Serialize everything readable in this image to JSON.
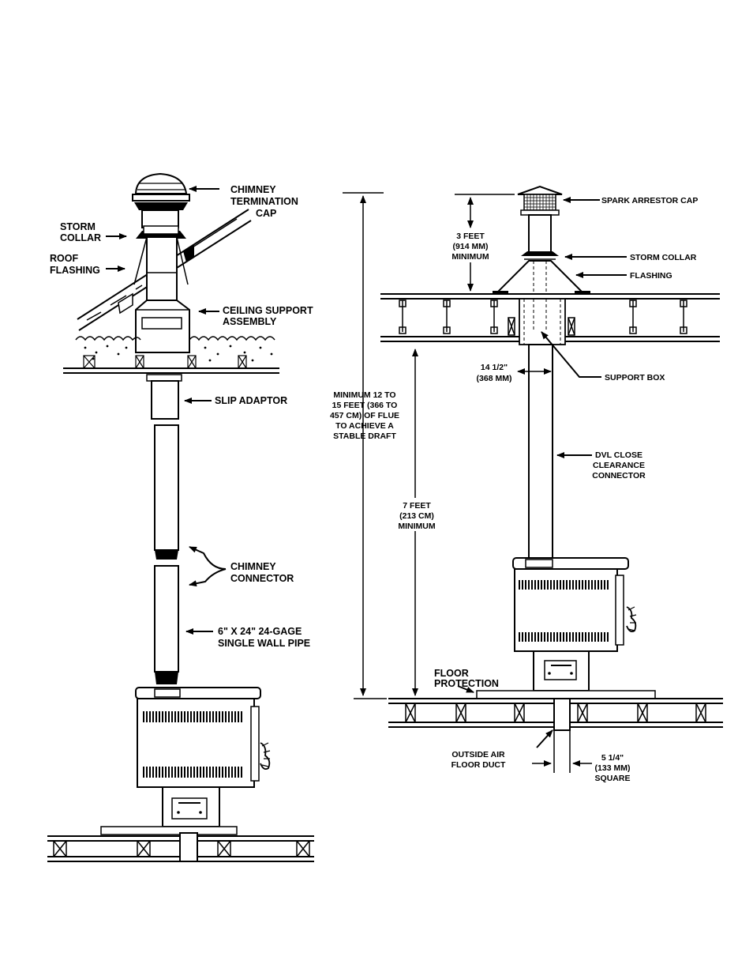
{
  "left_labels": {
    "chimney_cap": [
      "CHIMNEY",
      "TERMINATION",
      "CAP"
    ],
    "storm_collar": [
      "STORM",
      "COLLAR"
    ],
    "roof_flashing": [
      "ROOF",
      "FLASHING"
    ],
    "ceiling_support": [
      "CEILING SUPPORT",
      "ASSEMBLY"
    ],
    "slip_adaptor": "SLIP ADAPTOR",
    "chimney_connector": [
      "CHIMNEY",
      "CONNECTOR"
    ],
    "single_wall_pipe": [
      "6\" X 24\" 24-GAGE",
      "SINGLE WALL PIPE"
    ]
  },
  "right_labels": {
    "spark_arrestor_cap": "SPARK ARRESTOR CAP",
    "three_feet": [
      "3 FEET",
      "(914 MM)",
      "MINIMUM"
    ],
    "storm_collar": "STORM COLLAR",
    "flashing": "FLASHING",
    "minimum_flue": [
      "MINIMUM 12 TO",
      "15 FEET (366 TO",
      "457 CM) OF FLUE",
      "TO ACHIEVE A",
      "STABLE DRAFT"
    ],
    "fourteen_half": [
      "14 1/2\"",
      "(368 MM)"
    ],
    "support_box": "SUPPORT BOX",
    "dvl_connector": [
      "DVL CLOSE",
      "CLEARANCE",
      "CONNECTOR"
    ],
    "seven_feet": [
      "7 FEET",
      "(213 CM)",
      "MINIMUM"
    ],
    "floor_protection": [
      "FLOOR",
      "PROTECTION"
    ],
    "outside_air": [
      "OUTSIDE AIR",
      "FLOOR DUCT"
    ],
    "five_quarter": [
      "5 1/4\"",
      "(133 MM)",
      "SQUARE"
    ]
  }
}
